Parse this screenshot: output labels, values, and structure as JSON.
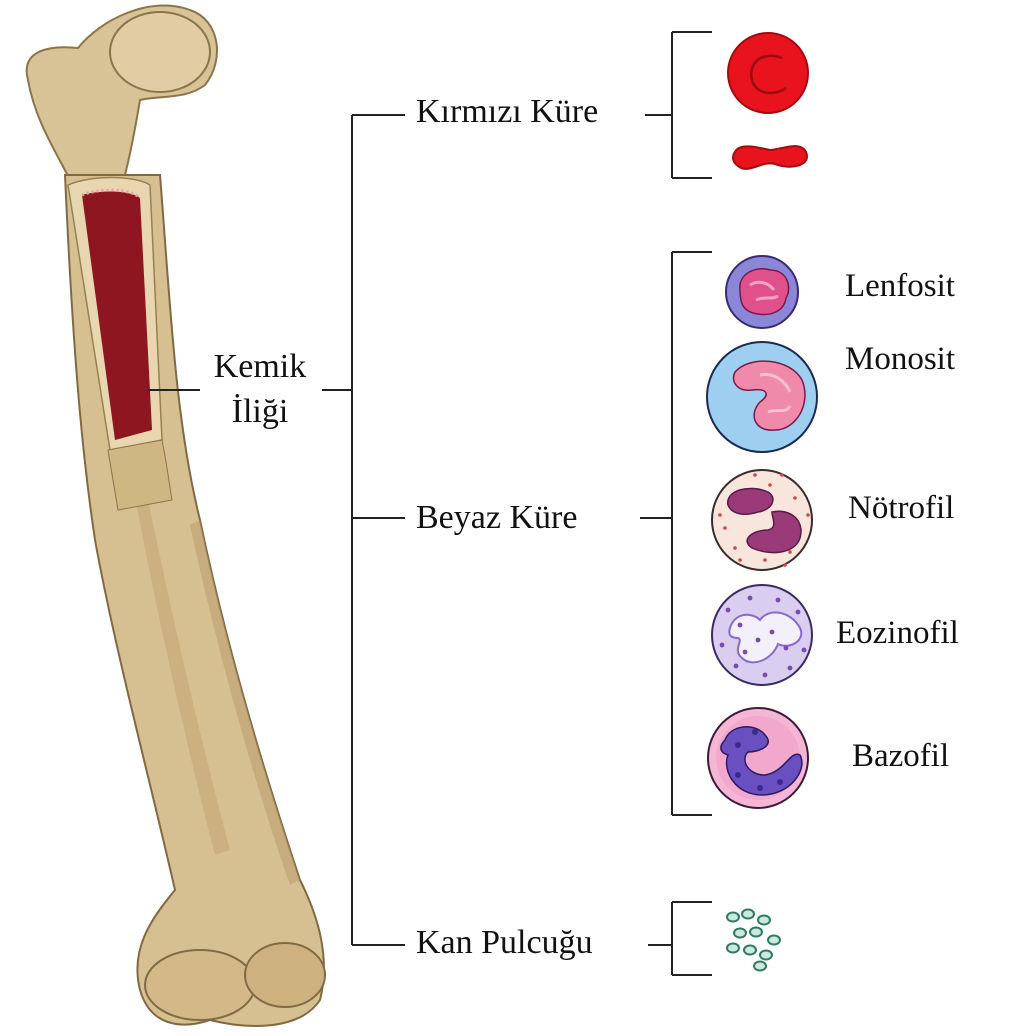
{
  "diagram": {
    "root": {
      "line1": "Kemik",
      "line2": "İliği"
    },
    "branches": {
      "red": "Kırmızı Küre",
      "white": "Beyaz Küre",
      "platelet": "Kan Pulcuğu"
    },
    "white_types": {
      "lymphocyte": "Lenfosit",
      "monocyte": "Monosit",
      "neutrophil": "Nötrofil",
      "eosinophil": "Eozinofil",
      "basophil": "Bazofil"
    }
  },
  "colors": {
    "bone": "#d8c396",
    "bone_shadow": "#b49a66",
    "marrow": "#8e1620",
    "rbc": "#e8131c",
    "lymph_cyto": "#8a86d8",
    "mono_cyto": "#9fcff0",
    "nucleus_pink": "#e0508a",
    "neutro_nucleus": "#9a3a78",
    "eos_cyto": "#d9cdf0",
    "baso_cyto": "#f5b6d6",
    "baso_nucleus": "#6a4fc0",
    "platelet": "#7bb6a0"
  },
  "icons": [
    "bone-illustration",
    "red-blood-cell-icon",
    "lymphocyte-icon",
    "monocyte-icon",
    "neutrophil-icon",
    "eosinophil-icon",
    "basophil-icon",
    "platelet-cluster-icon"
  ]
}
